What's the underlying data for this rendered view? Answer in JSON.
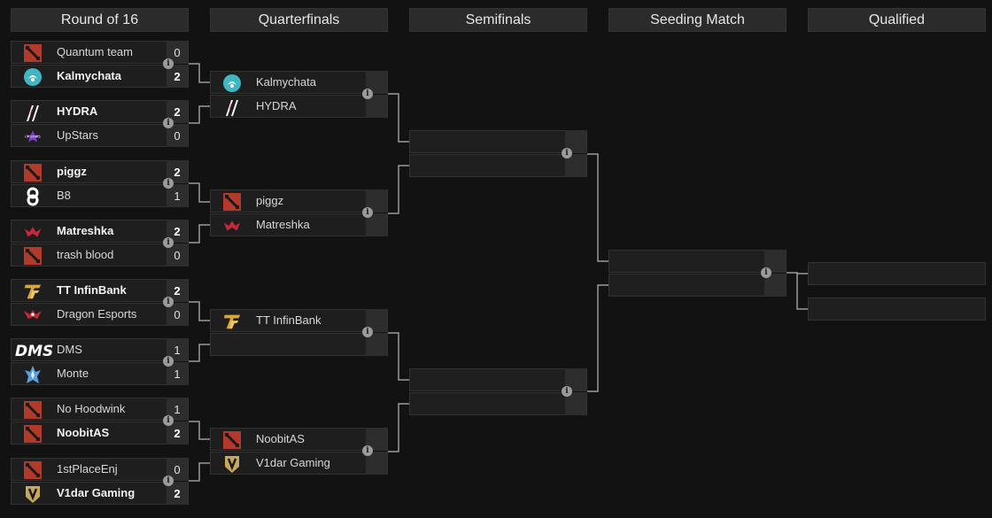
{
  "columns": [
    "Round of 16",
    "Quarterfinals",
    "Semifinals",
    "Seeding Match",
    "Qualified"
  ],
  "info_glyph": "i",
  "round_of_16": [
    {
      "teams": [
        {
          "name": "Quantum team",
          "score": "0",
          "win": false,
          "icon": "dota-logo-icon"
        },
        {
          "name": "Kalmychata",
          "score": "2",
          "win": true,
          "icon": "kalmychata-logo-icon"
        }
      ]
    },
    {
      "teams": [
        {
          "name": "HYDRA",
          "score": "2",
          "win": true,
          "icon": "hydra-logo-icon"
        },
        {
          "name": "UpStars",
          "score": "0",
          "win": false,
          "icon": "upstars-logo-icon"
        }
      ]
    },
    {
      "teams": [
        {
          "name": "piggz",
          "score": "2",
          "win": true,
          "icon": "dota-logo-icon"
        },
        {
          "name": "B8",
          "score": "1",
          "win": false,
          "icon": "b8-logo-icon"
        }
      ]
    },
    {
      "teams": [
        {
          "name": "Matreshka",
          "score": "2",
          "win": true,
          "icon": "matreshka-logo-icon"
        },
        {
          "name": "trash blood",
          "score": "0",
          "win": false,
          "icon": "dota-logo-icon"
        }
      ]
    },
    {
      "teams": [
        {
          "name": "TT InfinBank",
          "score": "2",
          "win": true,
          "icon": "tt-logo-icon"
        },
        {
          "name": "Dragon Esports",
          "score": "0",
          "win": false,
          "icon": "dragon-logo-icon"
        }
      ]
    },
    {
      "teams": [
        {
          "name": "DMS",
          "score": "1",
          "win": false,
          "icon": "dms-logo-icon"
        },
        {
          "name": "Monte",
          "score": "1",
          "win": false,
          "icon": "monte-logo-icon"
        }
      ]
    },
    {
      "teams": [
        {
          "name": "No Hoodwink",
          "score": "1",
          "win": false,
          "icon": "dota-logo-icon"
        },
        {
          "name": "NoobitAS",
          "score": "2",
          "win": true,
          "icon": "dota-logo-icon"
        }
      ]
    },
    {
      "teams": [
        {
          "name": "1stPlaceEnj",
          "score": "0",
          "win": false,
          "icon": "dota-logo-icon"
        },
        {
          "name": "V1dar Gaming",
          "score": "2",
          "win": true,
          "icon": "v1dar-logo-icon"
        }
      ]
    }
  ],
  "quarterfinals": [
    {
      "teams": [
        {
          "name": "Kalmychata",
          "icon": "kalmychata-logo-icon"
        },
        {
          "name": "HYDRA",
          "icon": "hydra-logo-icon"
        }
      ]
    },
    {
      "teams": [
        {
          "name": "piggz",
          "icon": "dota-logo-icon"
        },
        {
          "name": "Matreshka",
          "icon": "matreshka-logo-icon"
        }
      ]
    },
    {
      "teams": [
        {
          "name": "TT InfinBank",
          "icon": "tt-logo-icon"
        },
        {
          "name": "",
          "icon": ""
        }
      ]
    },
    {
      "teams": [
        {
          "name": "NoobitAS",
          "icon": "dota-logo-icon"
        },
        {
          "name": "V1dar Gaming",
          "icon": "v1dar-logo-icon"
        }
      ]
    }
  ],
  "colors": {
    "background": "#121212",
    "header": "#2b2b2b",
    "slot": "#1f1f1f",
    "score_box": "#2d2d2d",
    "connector": "#9a9a9a",
    "dota_red": "#b23a2a",
    "kalmychata_teal": "#3fb6c2",
    "tt_gold": "#d9a441",
    "matreshka_red": "#c9283a"
  }
}
